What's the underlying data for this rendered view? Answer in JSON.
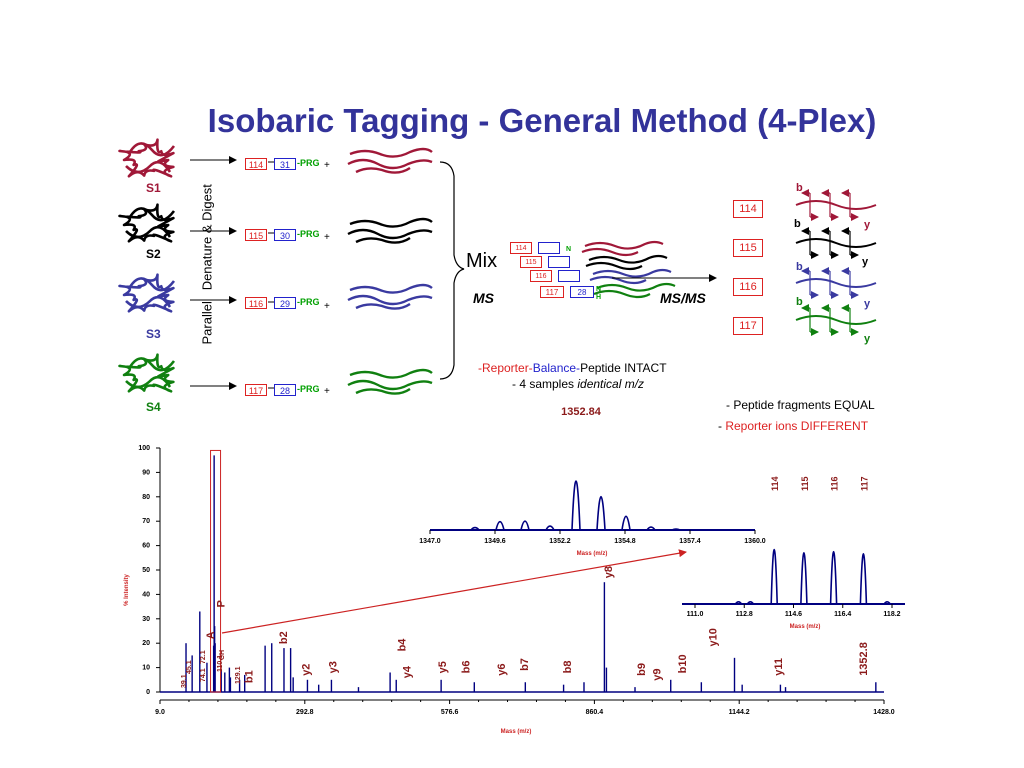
{
  "title": "Isobaric Tagging - General Method (4-Plex)",
  "samples": [
    {
      "label": "S1",
      "color": "#a01838",
      "reporter": "114",
      "balance": "31"
    },
    {
      "label": "S2",
      "color": "#000000",
      "reporter": "115",
      "balance": "30"
    },
    {
      "label": "S3",
      "color": "#3a3aa0",
      "reporter": "116",
      "balance": "29"
    },
    {
      "label": "S4",
      "color": "#108010",
      "reporter": "117",
      "balance": "28"
    }
  ],
  "prg_label": "-PRG",
  "plus": "+",
  "side_text": "Parallel   Denature & Digest",
  "mix_label": "Mix",
  "ms_label": "MS",
  "msms_label": "MS/MS",
  "mix_boxes": {
    "reporters": [
      "114",
      "115",
      "116",
      "117"
    ],
    "balance_last": "28",
    "n_label": "N",
    "h_label": "H"
  },
  "reporter_boxes": [
    "114",
    "115",
    "116",
    "117"
  ],
  "fragment_labels": {
    "b": "b",
    "y": "y"
  },
  "notes": {
    "line1_reporter": "-Reporter-",
    "line1_balance": "Balance-",
    "line1_rest": "Peptide INTACT",
    "line2_prefix": "- 4 samples ",
    "line2_italic": "identical m/z",
    "line3": "- Peptide fragments EQUAL",
    "line4_prefix": "- ",
    "line4_red": "Reporter ions DIFFERENT"
  },
  "colors": {
    "title": "#33339a",
    "reporter": "#d22222",
    "balance": "#2222cc",
    "prg": "#00a000",
    "spectrum": "#000080",
    "annot": "#8b1a1a",
    "arrow": "#cc2222"
  },
  "chart_data": [
    {
      "type": "line",
      "name": "main_msms_spectrum",
      "ylabel": "% Intensity",
      "xlabel": "Mass (m/z)",
      "x_ticks": [
        "9.0",
        "292.8",
        "576.6",
        "860.4",
        "1144.2",
        "1428.0"
      ],
      "y_ticks": [
        "0",
        "10",
        "20",
        "30",
        "40",
        "50",
        "60",
        "70",
        "80",
        "90",
        "100"
      ],
      "xlim": [
        9.0,
        1428.0
      ],
      "ylim": [
        0,
        100
      ],
      "peaks": [
        {
          "x": 60,
          "y": 20
        },
        {
          "x": 72,
          "y": 15
        },
        {
          "x": 87,
          "y": 33
        },
        {
          "x": 101,
          "y": 12
        },
        {
          "x": 114.1,
          "y": 19
        },
        {
          "x": 115.1,
          "y": 97
        },
        {
          "x": 116.1,
          "y": 27
        },
        {
          "x": 117.1,
          "y": 20
        },
        {
          "x": 129,
          "y": 9
        },
        {
          "x": 136,
          "y": 8
        },
        {
          "x": 145,
          "y": 10
        },
        {
          "x": 147,
          "y": 6
        },
        {
          "x": 165,
          "y": 5
        },
        {
          "x": 175,
          "y": 7
        },
        {
          "x": 215,
          "y": 19
        },
        {
          "x": 228,
          "y": 20
        },
        {
          "x": 252,
          "y": 18
        },
        {
          "x": 265,
          "y": 18
        },
        {
          "x": 270,
          "y": 6
        },
        {
          "x": 298,
          "y": 5
        },
        {
          "x": 320,
          "y": 3
        },
        {
          "x": 345,
          "y": 5
        },
        {
          "x": 398,
          "y": 2
        },
        {
          "x": 460,
          "y": 8
        },
        {
          "x": 472,
          "y": 5
        },
        {
          "x": 560,
          "y": 5
        },
        {
          "x": 625,
          "y": 4
        },
        {
          "x": 725,
          "y": 4
        },
        {
          "x": 800,
          "y": 3
        },
        {
          "x": 840,
          "y": 4
        },
        {
          "x": 880,
          "y": 45
        },
        {
          "x": 884,
          "y": 10
        },
        {
          "x": 940,
          "y": 2
        },
        {
          "x": 1010,
          "y": 5
        },
        {
          "x": 1070,
          "y": 4
        },
        {
          "x": 1135,
          "y": 14
        },
        {
          "x": 1150,
          "y": 3
        },
        {
          "x": 1225,
          "y": 3
        },
        {
          "x": 1235,
          "y": 2
        },
        {
          "x": 1412,
          "y": 4
        }
      ],
      "labels": [
        {
          "text": "y2",
          "x": 302,
          "y": 5
        },
        {
          "text": "y3",
          "x": 355,
          "y": 6
        },
        {
          "text": "b2",
          "x": 258,
          "y": 18
        },
        {
          "text": "b4",
          "x": 490,
          "y": 15
        },
        {
          "text": "y4",
          "x": 500,
          "y": 4
        },
        {
          "text": "y5",
          "x": 570,
          "y": 6
        },
        {
          "text": "b6",
          "x": 616,
          "y": 6
        },
        {
          "text": "y6",
          "x": 685,
          "y": 5
        },
        {
          "text": "b7",
          "x": 730,
          "y": 7
        },
        {
          "text": "b8",
          "x": 815,
          "y": 6
        },
        {
          "text": "y8",
          "x": 895,
          "y": 45
        },
        {
          "text": "b9",
          "x": 960,
          "y": 5
        },
        {
          "text": "y9",
          "x": 990,
          "y": 3
        },
        {
          "text": "b10",
          "x": 1040,
          "y": 6
        },
        {
          "text": "y10",
          "x": 1100,
          "y": 17
        },
        {
          "text": "y11",
          "x": 1228,
          "y": 5
        },
        {
          "text": "1352.8",
          "x": 1395,
          "y": 5
        },
        {
          "text": "b1",
          "x": 190,
          "y": 2
        },
        {
          "text": "P",
          "x": 135,
          "y": 33
        },
        {
          "text": "A",
          "x": 115,
          "y": 20
        }
      ],
      "small_labels": [
        "39.1",
        "45.1",
        "72.1",
        "74.1",
        "110.1",
        "129.1",
        "CH"
      ]
    },
    {
      "type": "line",
      "name": "ms_precursor_inset",
      "xlabel": "Mass (m/z)",
      "x_ticks": [
        "1347.0",
        "1349.6",
        "1352.2",
        "1354.8",
        "1357.4",
        "1360.0"
      ],
      "xlim": [
        1347.0,
        1360.0
      ],
      "peak_label": "1352.84",
      "peaks": [
        {
          "x": 1348.8,
          "y": 5
        },
        {
          "x": 1349.8,
          "y": 17
        },
        {
          "x": 1350.8,
          "y": 18
        },
        {
          "x": 1351.8,
          "y": 8
        },
        {
          "x": 1352.84,
          "y": 100
        },
        {
          "x": 1353.84,
          "y": 68
        },
        {
          "x": 1354.84,
          "y": 28
        },
        {
          "x": 1355.84,
          "y": 6
        },
        {
          "x": 1356.84,
          "y": 2
        }
      ]
    },
    {
      "type": "line",
      "name": "reporter_ion_inset",
      "xlabel": "Mass (m/z)",
      "x_ticks": [
        "111.0",
        "112.8",
        "114.6",
        "116.4",
        "118.2"
      ],
      "xlim": [
        111.0,
        118.5
      ],
      "peak_labels": [
        "114",
        "115",
        "116",
        "117"
      ],
      "peaks": [
        {
          "x": 112.9,
          "y": 4
        },
        {
          "x": 113.3,
          "y": 4
        },
        {
          "x": 114.1,
          "y": 100
        },
        {
          "x": 115.1,
          "y": 94
        },
        {
          "x": 116.1,
          "y": 96
        },
        {
          "x": 117.1,
          "y": 92
        },
        {
          "x": 117.9,
          "y": 4
        }
      ]
    }
  ]
}
